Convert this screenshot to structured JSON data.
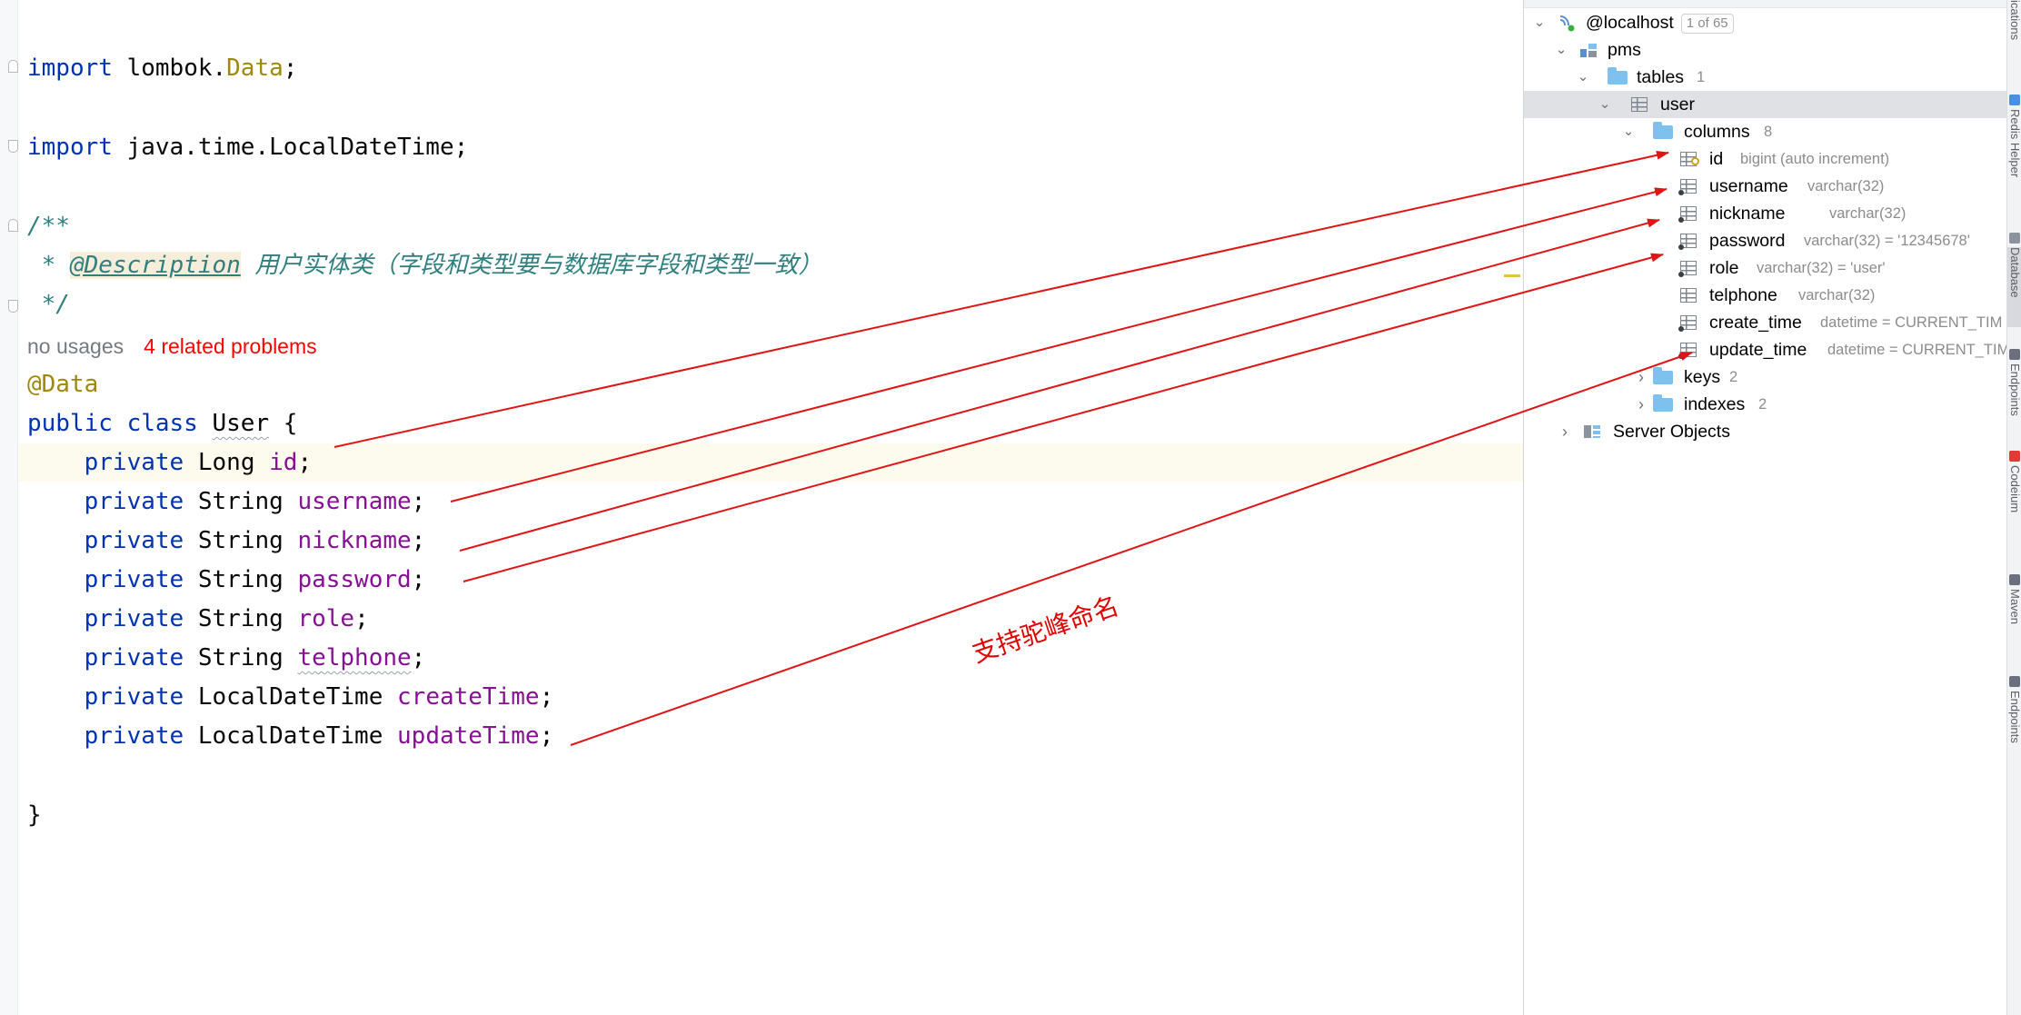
{
  "editor": {
    "lines": {
      "import_lombok": {
        "kw": "import",
        "pkg": " lombok.",
        "cls": "Data",
        "end": ";"
      },
      "import_time": {
        "kw": "import",
        "rest": " java.time.LocalDateTime;"
      },
      "doc_open": "/**",
      "doc_star": " * ",
      "doc_tag": "@Description",
      "doc_text": " 用户实体类（字段和类型要与数据库字段和类型一致）",
      "doc_close": " */",
      "annotation": "@Data",
      "class_kw": "public class ",
      "class_name": "User",
      "class_open": " {",
      "closing_brace": "}"
    },
    "hint": {
      "usages": "no usages",
      "problems": "4 related problems"
    },
    "fields": [
      {
        "mod": "private",
        "type": "Long",
        "name": "id"
      },
      {
        "mod": "private",
        "type": "String",
        "name": "username"
      },
      {
        "mod": "private",
        "type": "String",
        "name": "nickname"
      },
      {
        "mod": "private",
        "type": "String",
        "name": "password"
      },
      {
        "mod": "private",
        "type": "String",
        "name": "role"
      },
      {
        "mod": "private",
        "type": "String",
        "name": "telphone"
      },
      {
        "mod": "private",
        "type": "LocalDateTime",
        "name": "createTime"
      },
      {
        "mod": "private",
        "type": "LocalDateTime",
        "name": "updateTime"
      }
    ]
  },
  "db_tree": {
    "host": {
      "label": "@localhost",
      "badge": "1 of 65"
    },
    "schema": "pms",
    "tables": {
      "label": "tables",
      "count": "1"
    },
    "table": "user",
    "columns": {
      "label": "columns",
      "count": "8"
    },
    "column_items": [
      {
        "name": "id",
        "type": "bigint (auto increment)"
      },
      {
        "name": "username",
        "type": "varchar(32)"
      },
      {
        "name": "nickname",
        "type": "varchar(32)"
      },
      {
        "name": "password",
        "type": "varchar(32) = '12345678'"
      },
      {
        "name": "role",
        "type": "varchar(32) = 'user'"
      },
      {
        "name": "telphone",
        "type": "varchar(32)"
      },
      {
        "name": "create_time",
        "type": "datetime = CURRENT_TIM"
      },
      {
        "name": "update_time",
        "type": "datetime = CURRENT_TIM"
      }
    ],
    "keys": {
      "label": "keys",
      "count": "2"
    },
    "indexes": {
      "label": "indexes",
      "count": "2"
    },
    "server_objects": "Server Objects"
  },
  "tool_strip": [
    "ications",
    "Redis Helper",
    "Database",
    "Endpoints",
    "Codeium",
    "Maven",
    "Endpoints"
  ],
  "annotation": {
    "text": "支持驼峰命名",
    "color": "#e00000"
  },
  "colors": {
    "keyword": "#0033b3",
    "field": "#871094",
    "annotation": "#9e880d",
    "doc": "#2f7f7f",
    "arrow": "#e01414"
  }
}
